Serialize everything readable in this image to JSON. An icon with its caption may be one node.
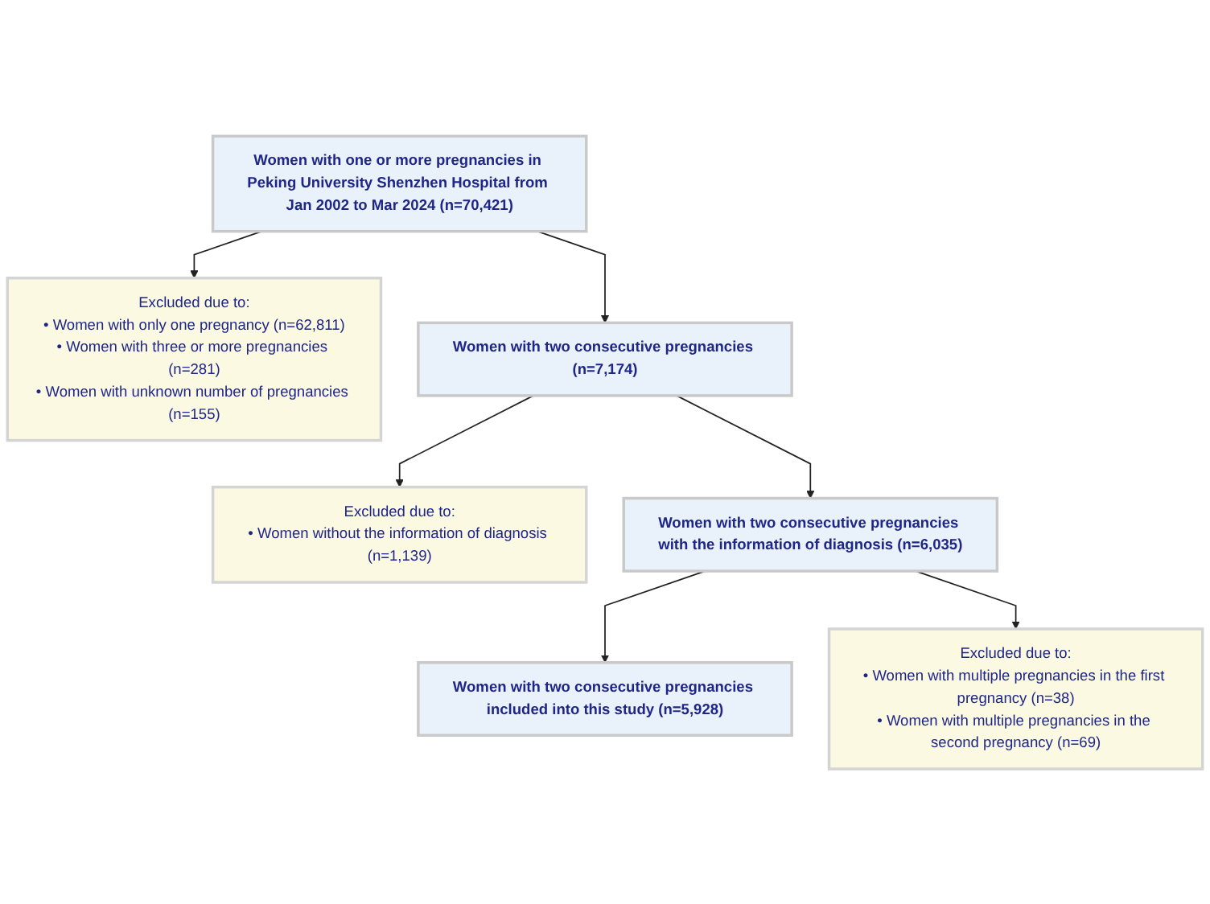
{
  "diagram": {
    "nodes": [
      {
        "text": [
          "Women with one or more pregnancies in Peking University Shenzhen Hospital from Jan 2002 to Mar 2024 (n=70,421)"
        ]
      },
      {
        "text": [
          "Excluded due to:",
          "• Women with only one pregnancy (n=62,811)",
          "• Women with three or more pregnancies (n=281)",
          "• Women with unknown number of pregnancies (n=155)"
        ]
      },
      {
        "text": [
          "Women with two consecutive pregnancies (n=7,174)"
        ]
      },
      {
        "text": [
          "Excluded due to:",
          "• Women without the information of diagnosis (n=1,139)"
        ]
      },
      {
        "text": [
          "Women with two consecutive pregnancies with the information of diagnosis (n=6,035)"
        ]
      },
      {
        "text": [
          "Excluded due to:",
          "• Women with multiple pregnancies in the first pregnancy (n=38)",
          "• Women with multiple pregnancies in the second pregnancy (n=69)"
        ]
      },
      {
        "text": [
          "Women with two consecutive pregnancies included into this study (n=5,928)"
        ]
      }
    ],
    "edges": [
      {
        "from": 0,
        "to": 2,
        "arrow": "to"
      },
      {
        "from": 0,
        "to": 1,
        "arrow": "to"
      },
      {
        "from": 2,
        "to": 4,
        "arrow": "to"
      },
      {
        "from": 2,
        "to": 3,
        "arrow": "to"
      },
      {
        "from": 4,
        "to": 6,
        "arrow": "to"
      },
      {
        "from": 4,
        "to": 5,
        "arrow": "to"
      }
    ]
  }
}
